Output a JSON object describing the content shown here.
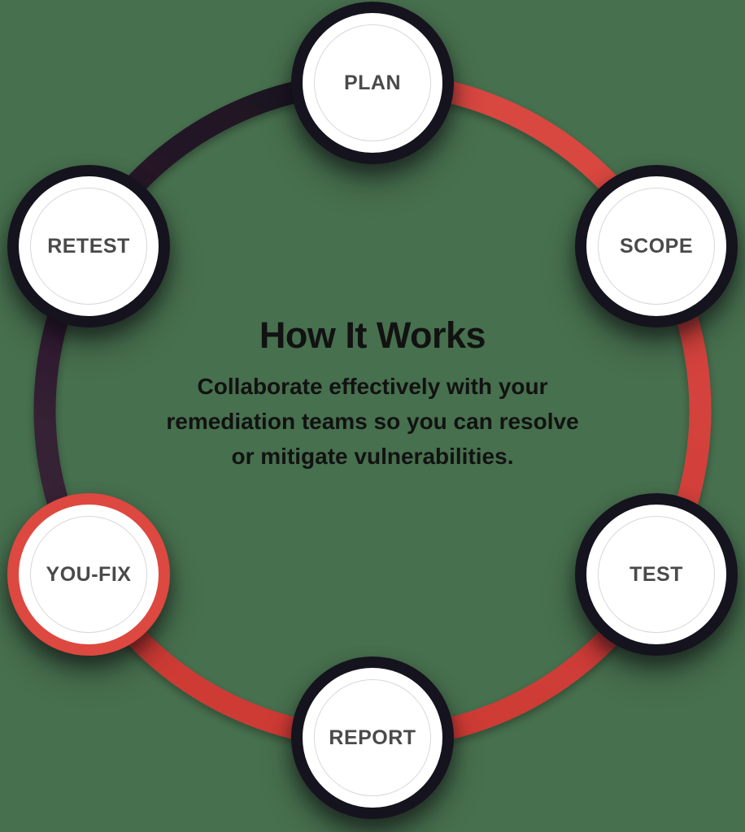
{
  "colors": {
    "background": "#47704E",
    "ring_red": "#CE3B36",
    "ring_red_light": "#D84740",
    "ring_dark_start": "#1B1420",
    "ring_dark_end": "#3A2338",
    "node_border_dark": "#15131D",
    "node_border_red": "#DD4840",
    "node_fill": "#FFFFFF",
    "node_inner_ring": "#D8D8D8",
    "node_label": "#4A4A4A",
    "text": "#121212"
  },
  "diagram": {
    "title": "How It Works",
    "description_lines": [
      "Collaborate effectively with your",
      "remediation teams so you can resolve",
      "or mitigate vulnerabilities."
    ],
    "nodes": [
      {
        "label": "PLAN",
        "position": "top",
        "accent": "dark"
      },
      {
        "label": "SCOPE",
        "position": "upper-right",
        "accent": "dark"
      },
      {
        "label": "TEST",
        "position": "lower-right",
        "accent": "dark"
      },
      {
        "label": "REPORT",
        "position": "bottom",
        "accent": "dark"
      },
      {
        "label": "YOU-FIX",
        "position": "lower-left",
        "accent": "red"
      },
      {
        "label": "RETEST",
        "position": "upper-left",
        "accent": "dark"
      }
    ]
  }
}
